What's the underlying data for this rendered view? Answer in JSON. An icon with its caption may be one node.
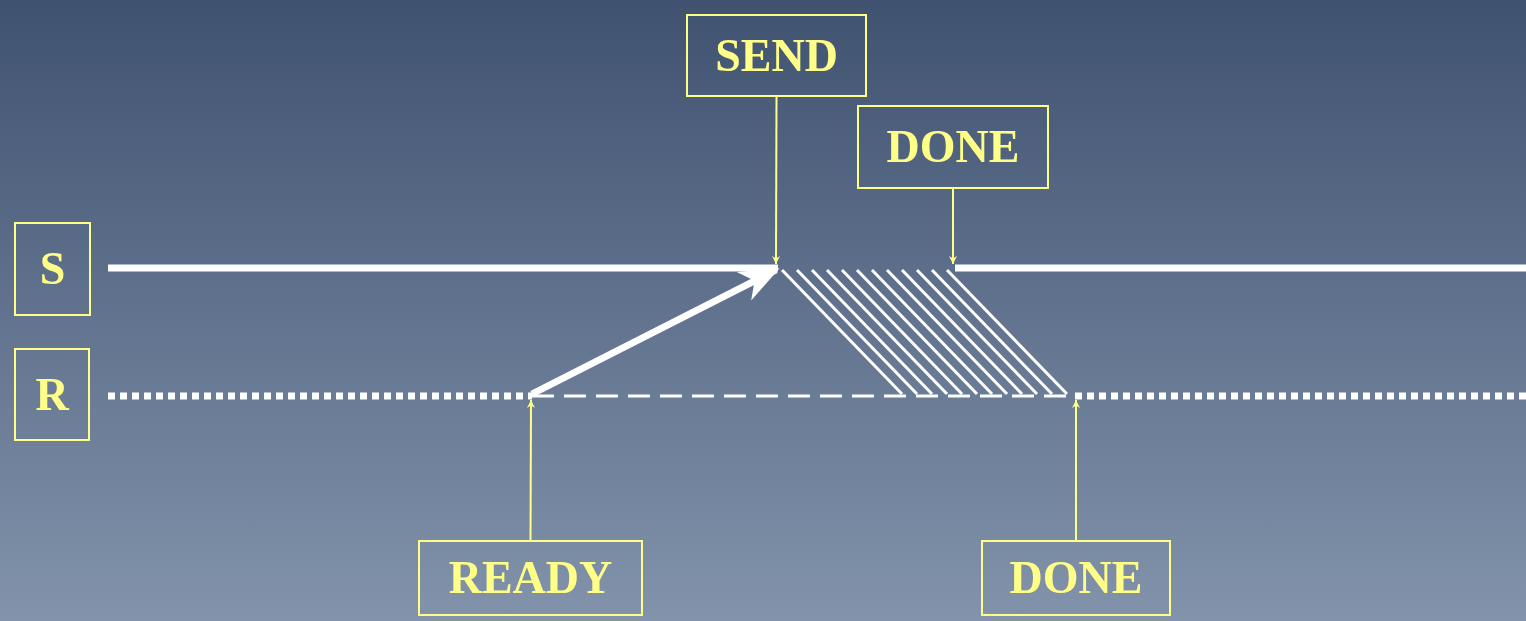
{
  "diagram": {
    "nodes": [
      {
        "text": [
          "S"
        ]
      },
      {
        "text": [
          "R"
        ]
      },
      {
        "text": [
          "SEND"
        ]
      },
      {
        "text": [
          "DONE"
        ]
      },
      {
        "text": [
          "READY"
        ]
      },
      {
        "text": [
          "DONE"
        ]
      }
    ],
    "edges": [
      {
        "from": 2,
        "to": null,
        "arrow": "to"
      },
      {
        "from": 3,
        "to": null,
        "arrow": "to"
      },
      {
        "from": 4,
        "to": null,
        "arrow": "to"
      },
      {
        "from": 5,
        "to": null,
        "arrow": "to"
      }
    ]
  }
}
